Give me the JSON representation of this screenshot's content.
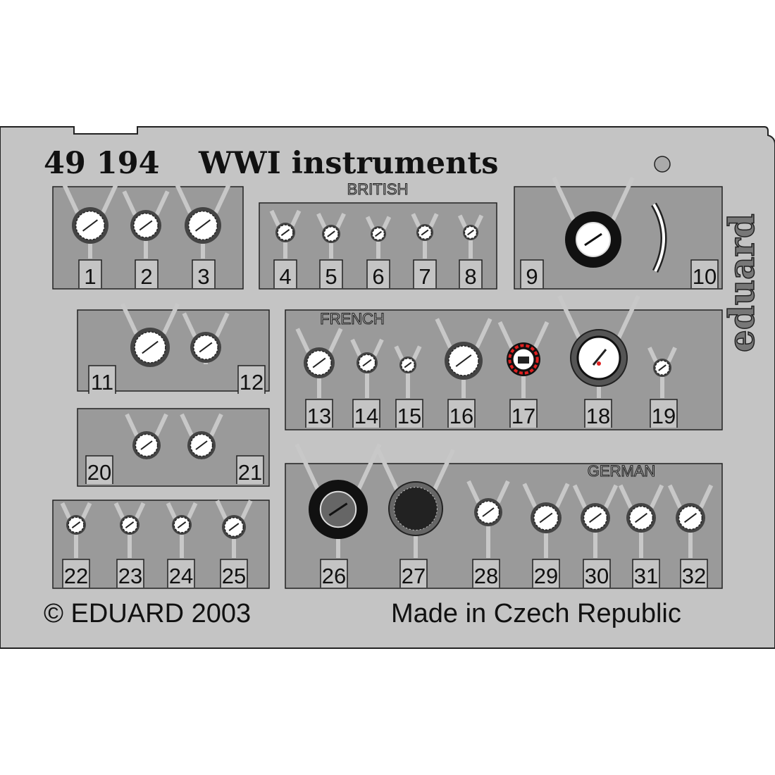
{
  "title": {
    "code": "49 194",
    "name": "WWI instruments"
  },
  "logo": "eduard",
  "sections": {
    "british": "BRITISH",
    "french": "FRENCH",
    "german": "GERMAN"
  },
  "parts": [
    "1",
    "2",
    "3",
    "4",
    "5",
    "6",
    "7",
    "8",
    "9",
    "10",
    "11",
    "12",
    "13",
    "14",
    "15",
    "16",
    "17",
    "18",
    "19",
    "20",
    "21",
    "22",
    "23",
    "24",
    "25",
    "26",
    "27",
    "28",
    "29",
    "30",
    "31",
    "32"
  ],
  "footer": {
    "copyright": "© EDUARD 2003",
    "origin": "Made in Czech Republic"
  },
  "colors": {
    "fret": "#c4c4c4",
    "panel": "#9a9a9a",
    "outline": "#222222",
    "accent_red": "#e02020"
  }
}
